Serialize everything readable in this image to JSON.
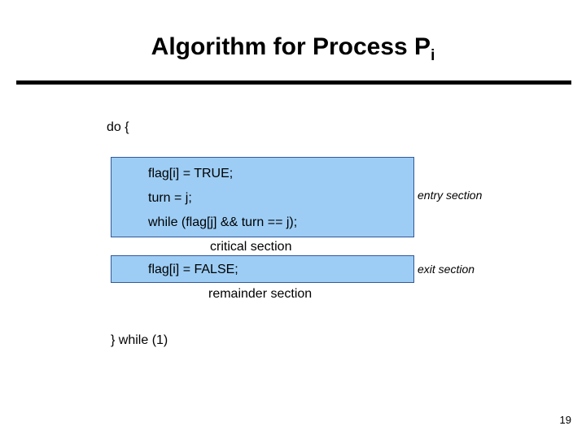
{
  "slide": {
    "title_main": "Algorithm for Process P",
    "title_subscript": "i",
    "page_number": "19",
    "background_color": "#ffffff",
    "rule_color": "#000000",
    "box_fill_color": "#9dcdf5",
    "box_border_color": "#31599b"
  },
  "code": {
    "do_open": "do {",
    "while_close": "}  while (1)",
    "entry_lines": [
      "flag[i] = TRUE;",
      "turn = j;",
      "while (flag[j] && turn == j);"
    ],
    "exit_lines": [
      "flag[i] = FALSE;"
    ],
    "critical_section": "critical section",
    "remainder_section": "remainder section"
  },
  "annotations": {
    "entry": "entry section",
    "exit": "exit section"
  }
}
